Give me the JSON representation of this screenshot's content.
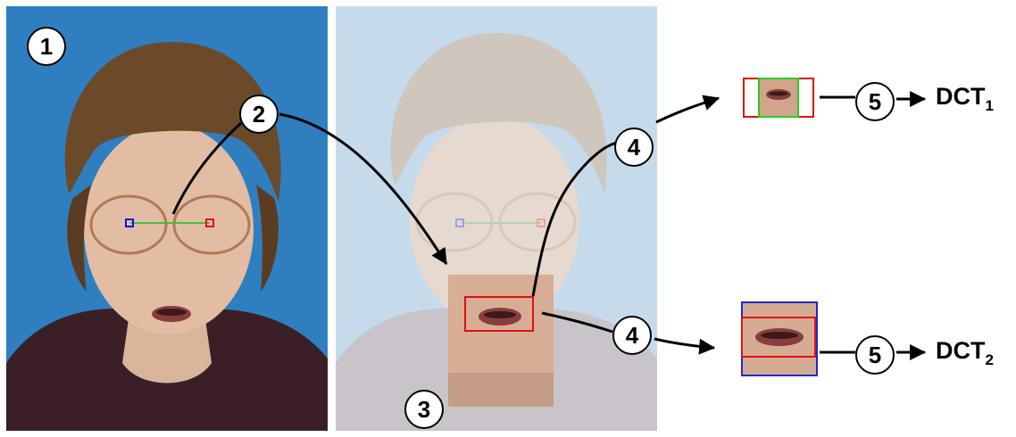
{
  "steps": {
    "s1": "1",
    "s2": "2",
    "s3": "3",
    "s4a": "4",
    "s4b": "4",
    "s5a": "5",
    "s5b": "5"
  },
  "outputs": {
    "dct1": {
      "base": "DCT",
      "sub": "1"
    },
    "dct2": {
      "base": "DCT",
      "sub": "2"
    }
  },
  "colors": {
    "photo_background": "#2f7fc0",
    "faded_background": "#c5dbec",
    "mouth_roi_box": "#e01010",
    "inner_box_green": "#20d020",
    "outer_box_blue": "#1a2ad0",
    "left_eye_marker": "#1010e0",
    "right_eye_marker": "#e01010",
    "eye_line": "#40c040"
  }
}
